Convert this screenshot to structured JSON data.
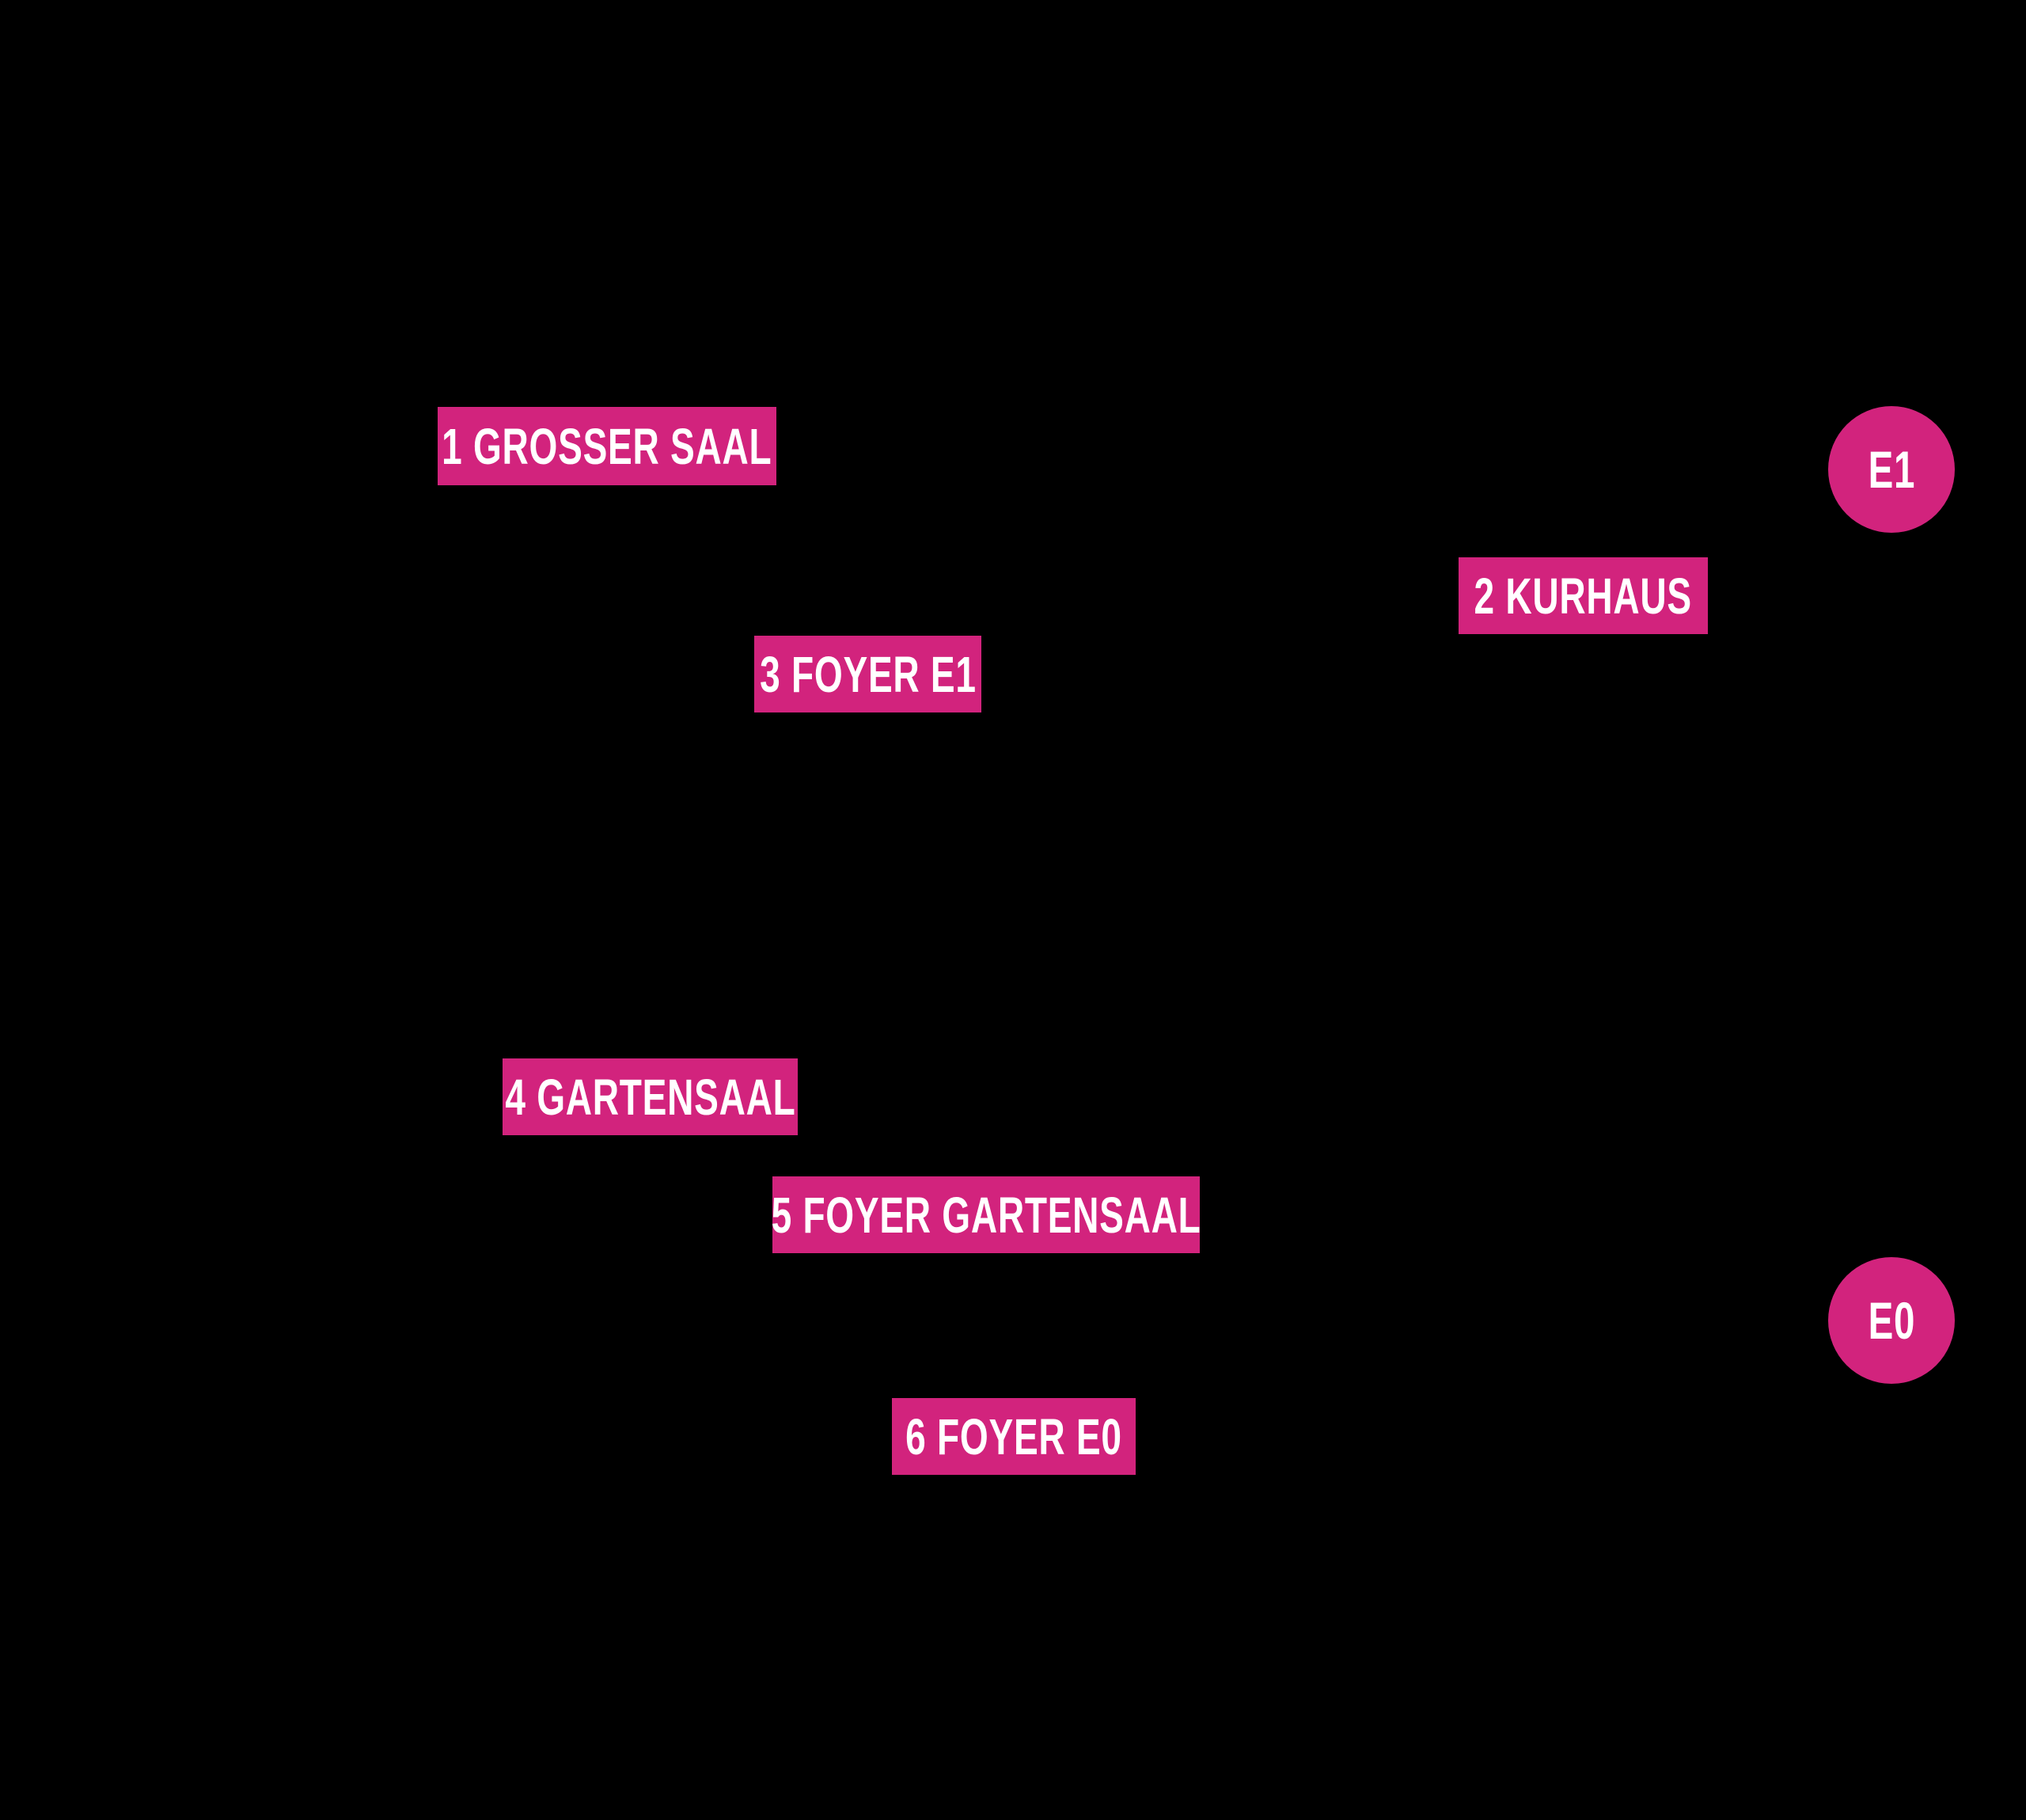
{
  "colors": {
    "background": "#000000",
    "label_bg": "#D2237D",
    "label_text": "#FFFFFF"
  },
  "labels": [
    {
      "text": "1 GROSSER SAAL"
    },
    {
      "text": "2 KURHAUS"
    },
    {
      "text": "3 FOYER E1"
    },
    {
      "text": "4 GARTENSAAL"
    },
    {
      "text": "5 FOYER GARTENSAAL"
    },
    {
      "text": "6 FOYER E0"
    }
  ],
  "floor_badges": [
    {
      "text": "E1"
    },
    {
      "text": "E0"
    }
  ]
}
